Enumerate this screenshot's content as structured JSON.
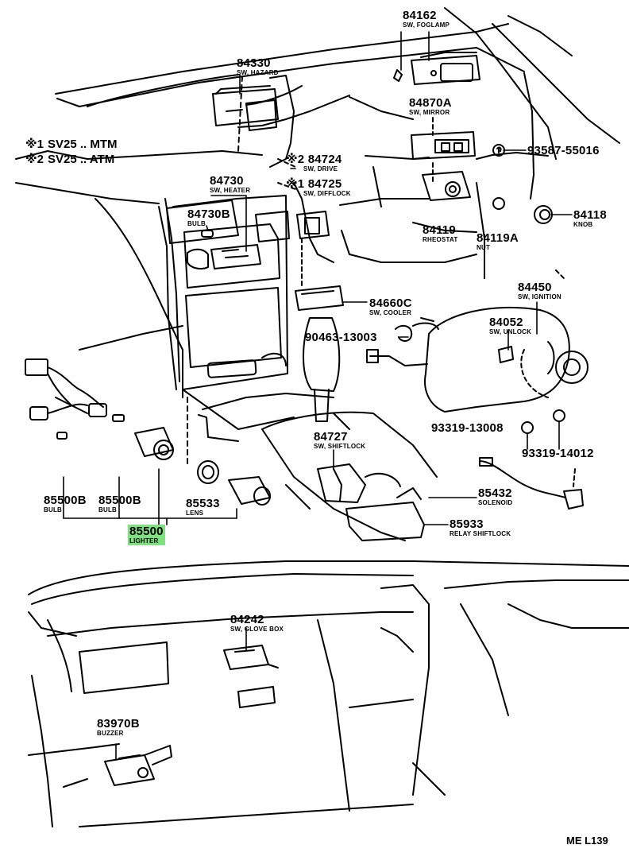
{
  "legend": [
    {
      "mark": "※1",
      "text": "SV25 .. MTM"
    },
    {
      "mark": "※2",
      "text": "SV25 .. ATM"
    }
  ],
  "parts": {
    "p84162": {
      "number": "84162",
      "desc": "SW, FOGLAMP"
    },
    "p84330": {
      "number": "84330",
      "desc": "SW, HAZARD"
    },
    "p84870A": {
      "number": "84870A",
      "desc": "SW, MIRROR"
    },
    "p93587": {
      "number": "93587-55016",
      "desc": ""
    },
    "p84724": {
      "number": "84724",
      "mark": "※2",
      "desc": "SW, DRIVE"
    },
    "p84725": {
      "number": "84725",
      "mark": "※1",
      "desc": "SW, DIFFLOCK"
    },
    "p84730": {
      "number": "84730",
      "desc": "SW, HEATER"
    },
    "p84730B": {
      "number": "84730B",
      "desc": "BULB"
    },
    "p84119": {
      "number": "84119",
      "desc": "RHEOSTAT"
    },
    "p84119A": {
      "number": "84119A",
      "desc": "NUT"
    },
    "p84118": {
      "number": "84118",
      "desc": "KNOB"
    },
    "p84450": {
      "number": "84450",
      "desc": "SW, IGNITION"
    },
    "p84660C": {
      "number": "84660C",
      "desc": "SW, COOLER"
    },
    "p90463": {
      "number": "90463-13003",
      "desc": ""
    },
    "p84052": {
      "number": "84052",
      "desc": "SW, UNLOCK"
    },
    "p84727": {
      "number": "84727",
      "desc": "SW, SHIFTLOCK"
    },
    "p93319a": {
      "number": "93319-13008",
      "desc": ""
    },
    "p93319b": {
      "number": "93319-14012",
      "desc": ""
    },
    "p85500B1": {
      "number": "85500B",
      "desc": "BULB"
    },
    "p85500B2": {
      "number": "85500B",
      "desc": "BULB"
    },
    "p85533": {
      "number": "85533",
      "desc": "LENS"
    },
    "p85500": {
      "number": "85500",
      "desc": "LIGHTER"
    },
    "p85432": {
      "number": "85432",
      "desc": "SOLENOID"
    },
    "p85933": {
      "number": "85933",
      "desc": "RELAY SHIFTLOCK"
    },
    "p84242": {
      "number": "84242",
      "desc": "SW, GLOVE BOX"
    },
    "p83970B": {
      "number": "83970B",
      "desc": "BUZZER"
    }
  },
  "diagram_code": "ME L139"
}
